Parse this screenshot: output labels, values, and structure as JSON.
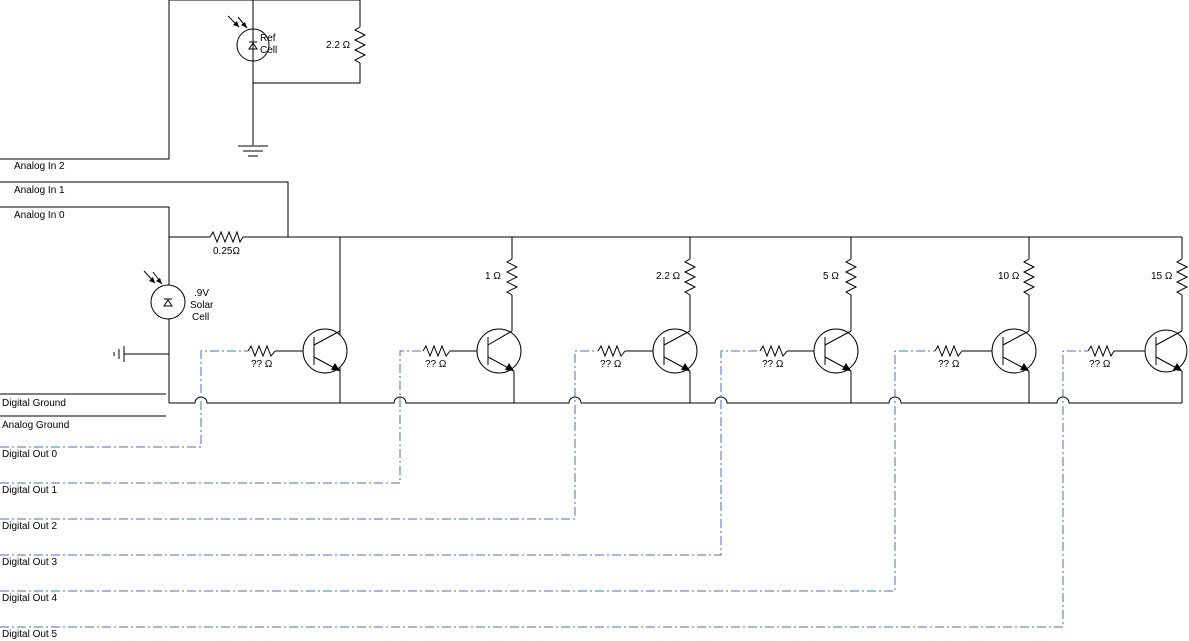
{
  "ref_cell": {
    "name_line1": "Ref",
    "name_line2": "Cell",
    "resistor": "2.2 Ω"
  },
  "solar_cell": {
    "name_line1": ".9V",
    "name_line2": "Solar",
    "name_line3": "Cell",
    "shunt_resistor": "0.25Ω"
  },
  "io_labels": {
    "analog_in_2": "Analog In 2",
    "analog_in_1": "Analog In 1",
    "analog_in_0": "Analog In 0",
    "digital_ground": "Digital Ground",
    "analog_ground": "Analog Ground"
  },
  "stages": [
    {
      "load": "",
      "base": "?? Ω",
      "out": "Digital Out 0"
    },
    {
      "load": "1 Ω",
      "base": "?? Ω",
      "out": "Digital Out  1"
    },
    {
      "load": "2.2 Ω",
      "base": "?? Ω",
      "out": "Digital Out  2"
    },
    {
      "load": "5 Ω",
      "base": "?? Ω",
      "out": "Digital Out  3"
    },
    {
      "load": "10 Ω",
      "base": "?? Ω",
      "out": "Digital Out  4"
    },
    {
      "load": "15 Ω",
      "base": "?? Ω",
      "out": "Digital Out  5"
    }
  ],
  "colors": {
    "wire": "#000000",
    "digital_signal": "#4472c4",
    "background": "#ffffff"
  }
}
